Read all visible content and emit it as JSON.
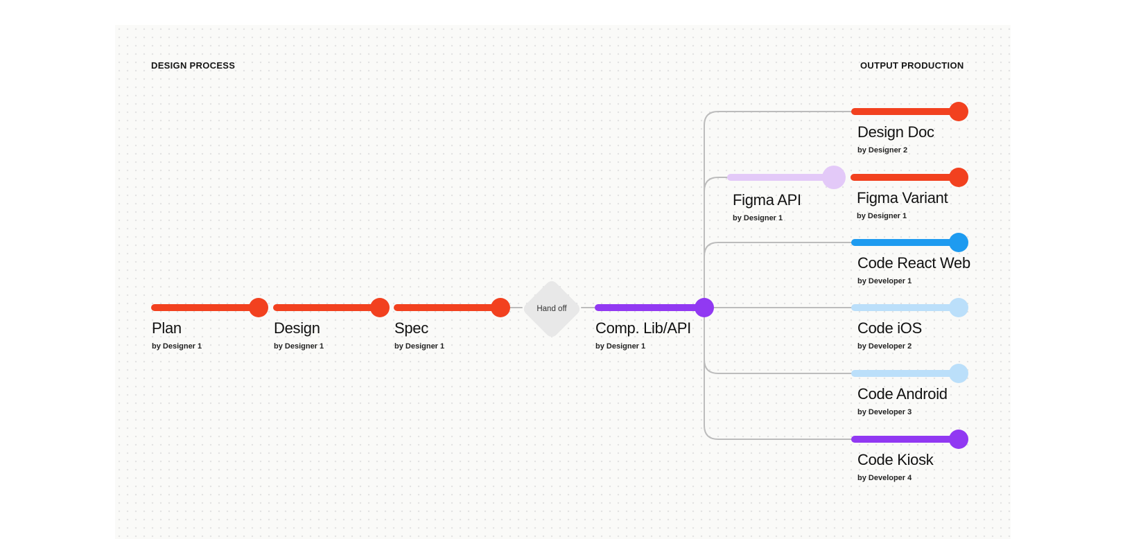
{
  "header": {
    "left": "DESIGN PROCESS",
    "right": "OUTPUT PRODUCTION"
  },
  "handoff": {
    "label": "Hand off"
  },
  "process": [
    {
      "title": "Plan",
      "by": "by Designer 1"
    },
    {
      "title": "Design",
      "by": "by Designer 1"
    },
    {
      "title": "Spec",
      "by": "by Designer 1"
    },
    {
      "title": "Comp. Lib/API",
      "by": "by Designer 1"
    }
  ],
  "outputs": [
    {
      "title": "Design Doc",
      "by": "by Designer 2"
    },
    {
      "title": "Figma API",
      "by": "by Designer 1"
    },
    {
      "title": "Figma Variant",
      "by": "by Designer 1"
    },
    {
      "title": "Code React Web",
      "by": "by Developer 1"
    },
    {
      "title": "Code iOS",
      "by": "by Developer 2"
    },
    {
      "title": "Code Android",
      "by": "by Developer 3"
    },
    {
      "title": "Code Kiosk",
      "by": "by Developer 4"
    }
  ],
  "colors": {
    "red": "#F2411F",
    "purple": "#9139F2",
    "lavender": "#E3C9F8",
    "blue": "#1E9BF0",
    "lightblue": "#BBDFFA",
    "connector": "#BCBCBC",
    "diamond": "#E8E8E8"
  }
}
